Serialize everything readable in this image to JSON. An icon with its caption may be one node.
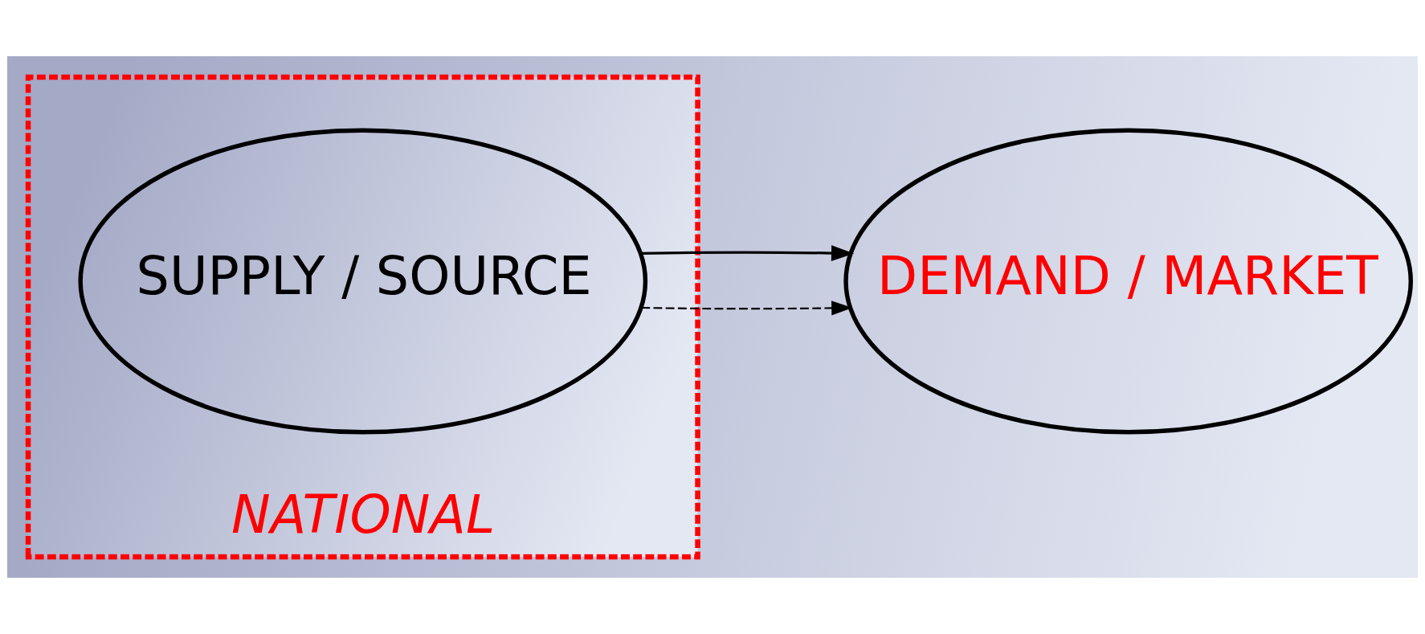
{
  "diagram": {
    "nodes": [
      {
        "text": [
          "NATIONAL"
        ]
      },
      {
        "text": [
          "SUPPLY / SOURCE"
        ],
        "in": 0
      },
      {
        "text": [
          "DEMAND / MARKET"
        ]
      }
    ],
    "edges": [
      {
        "from": 1,
        "to": 2,
        "arrow": "to",
        "style": "dashed"
      },
      {
        "from": 1,
        "to": 2,
        "arrow": "to"
      }
    ]
  }
}
